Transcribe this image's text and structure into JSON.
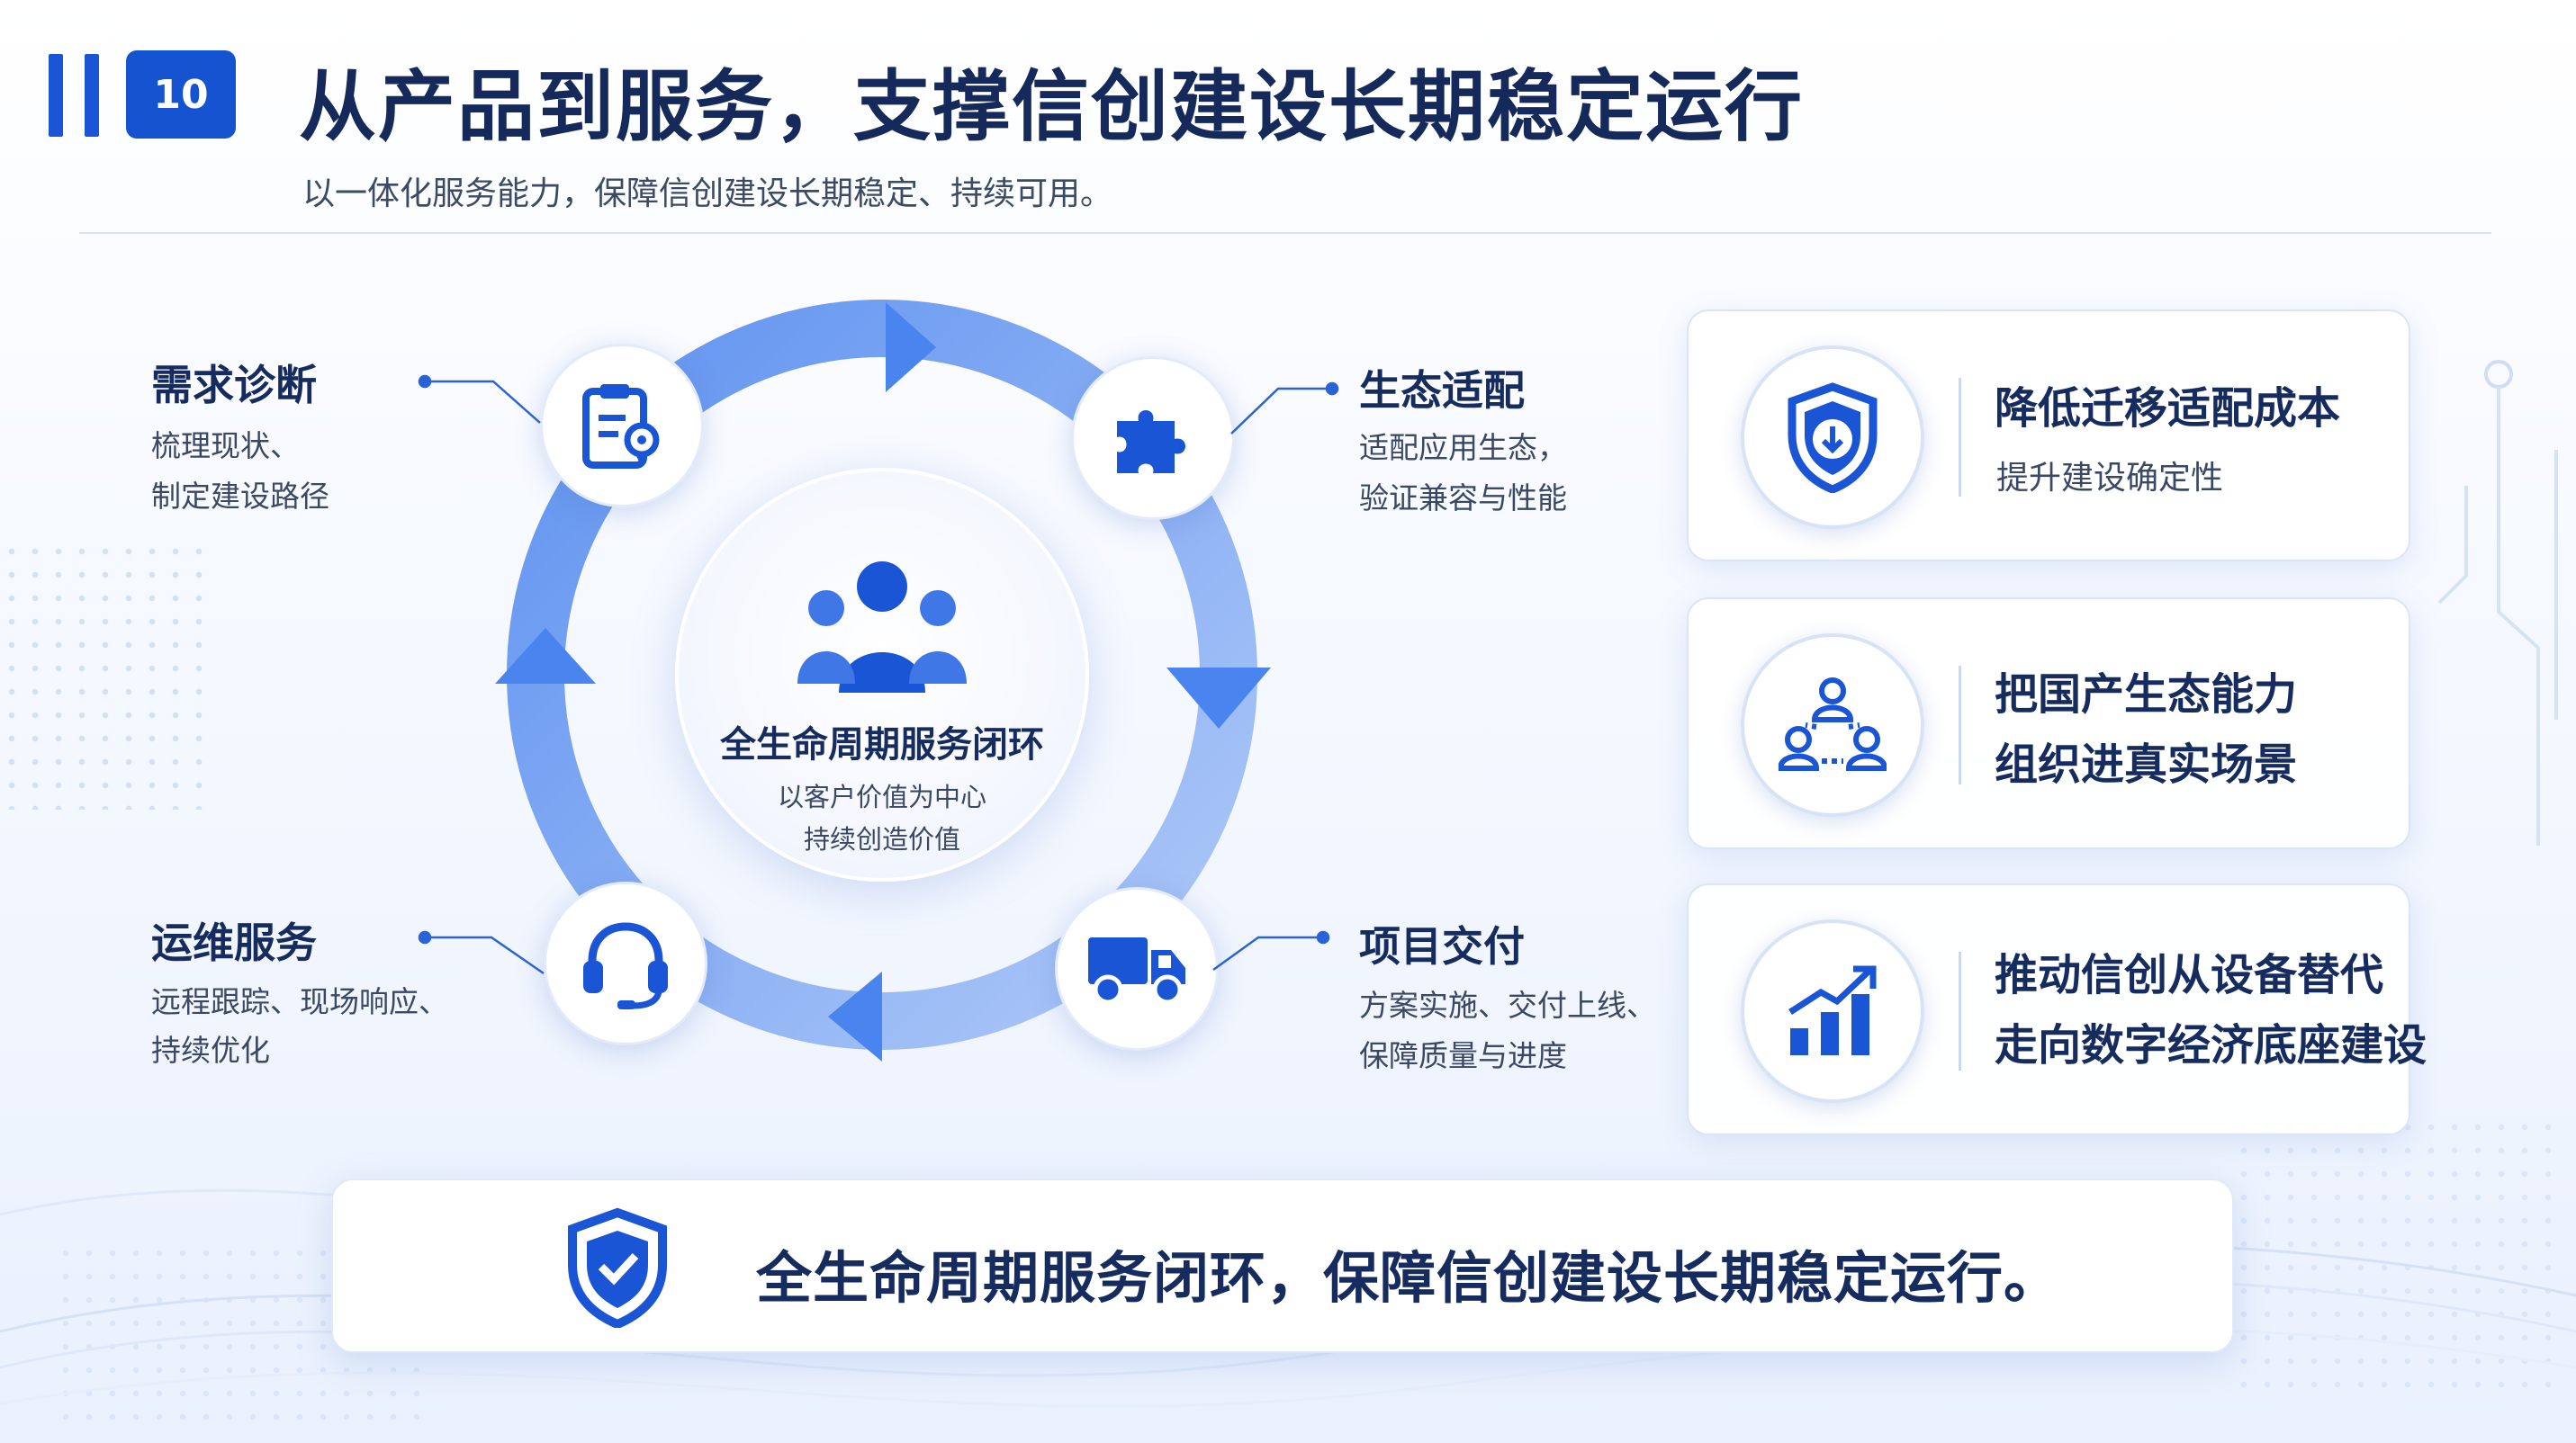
{
  "header": {
    "page_number": "10",
    "title": "从产品到服务，支撑信创建设长期稳定运行",
    "subtitle": "以一体化服务能力，保障信创建设长期稳定、持续可用。"
  },
  "cycle": {
    "center": {
      "title": "全生命周期服务闭环",
      "lines": [
        "以客户价值为中心",
        "持续创造价值"
      ]
    },
    "stages": [
      {
        "title": "需求诊断",
        "desc": [
          "梳理现状、",
          "制定建设路径"
        ],
        "icon": "clipboard-icon"
      },
      {
        "title": "生态适配",
        "desc": [
          "适配应用生态，",
          "验证兼容与性能"
        ],
        "icon": "puzzle-icon"
      },
      {
        "title": "项目交付",
        "desc": [
          "方案实施、交付上线、",
          "保障质量与进度"
        ],
        "icon": "truck-icon"
      },
      {
        "title": "运维服务",
        "desc": [
          "远程跟踪、现场响应、",
          "持续优化"
        ],
        "icon": "headset-icon"
      }
    ]
  },
  "benefits": [
    {
      "icon": "shield-download-icon",
      "title": "降低迁移适配成本",
      "desc": "提升建设确定性"
    },
    {
      "icon": "network-people-icon",
      "title_lines": [
        "把国产生态能力",
        "组织进真实场景"
      ]
    },
    {
      "icon": "growth-chart-icon",
      "title_lines": [
        "推动信创从设备替代",
        "走向数字经济底座建设"
      ]
    }
  ],
  "banner": {
    "icon": "shield-check-icon",
    "text": "全生命周期服务闭环，保障信创建设长期稳定运行。"
  },
  "colors": {
    "primary": "#1553d1",
    "ring": "#6e9cf0",
    "text": "#172c5e"
  }
}
